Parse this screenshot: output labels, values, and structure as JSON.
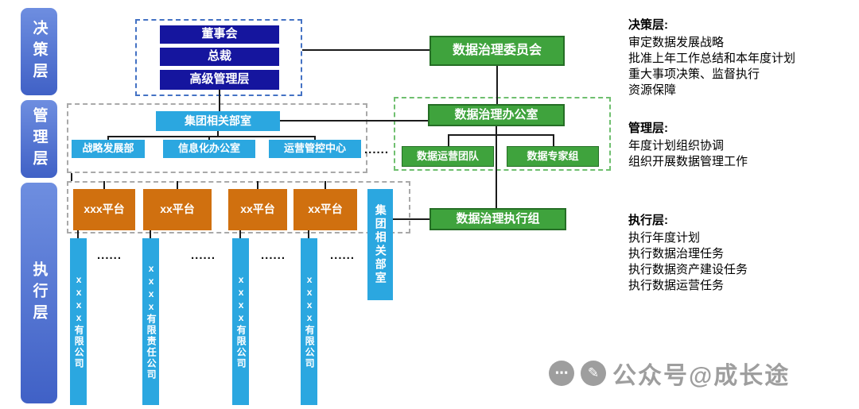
{
  "colors": {
    "layer_bar_blue": "#5578D6",
    "navy": "#15159E",
    "blue": "#2BA7E0",
    "green": "#3FA33D",
    "green_border": "#256E25",
    "orange": "#D0700F",
    "dashed_blue": "#4472C4",
    "dashed_green": "#6FBF6F",
    "dashed_gray": "#A9A9A9",
    "watermark_gray": "#9E9E9E"
  },
  "layers": {
    "decision": "决策层",
    "management": "管理层",
    "execution": "执行层"
  },
  "decision": {
    "board": "董事会",
    "president": "总裁",
    "senior_management": "高级管理层",
    "committee": "数据治理委员会"
  },
  "management": {
    "group_departments": "集团相关部室",
    "departments": [
      "战略发展部",
      "信息化办公室",
      "运营管控中心"
    ],
    "office": "数据治理办公室",
    "teams": [
      "数据运营团队",
      "数据专家组"
    ]
  },
  "execution": {
    "platforms": [
      "xxx平台",
      "xx平台",
      "xx平台",
      "xx平台"
    ],
    "group_departments_vertical": "集团相关部室",
    "exec_group": "数据治理执行组",
    "companies": [
      "xxxx有限公司",
      "xxxx有限责任公司",
      "xxxx有限公司",
      "xxxx有限公司"
    ]
  },
  "notes": {
    "decision": {
      "title": "决策层:",
      "lines": [
        "审定数据发展战略",
        "批准上年工作总结和本年度计划",
        "重大事项决策、监督执行",
        "资源保障"
      ]
    },
    "management": {
      "title": "管理层:",
      "lines": [
        "年度计划组织协调",
        "组织开展数据管理工作"
      ]
    },
    "execution": {
      "title": "执行层:",
      "lines": [
        "执行年度计划",
        "执行数据治理任务",
        "执行数据资产建设任务",
        "执行数据运营任务"
      ]
    }
  },
  "misc": {
    "dots": "......",
    "watermark": "公众号@成长途",
    "chat_icon_glyph": "⋯",
    "pen_icon_glyph": "✎"
  }
}
